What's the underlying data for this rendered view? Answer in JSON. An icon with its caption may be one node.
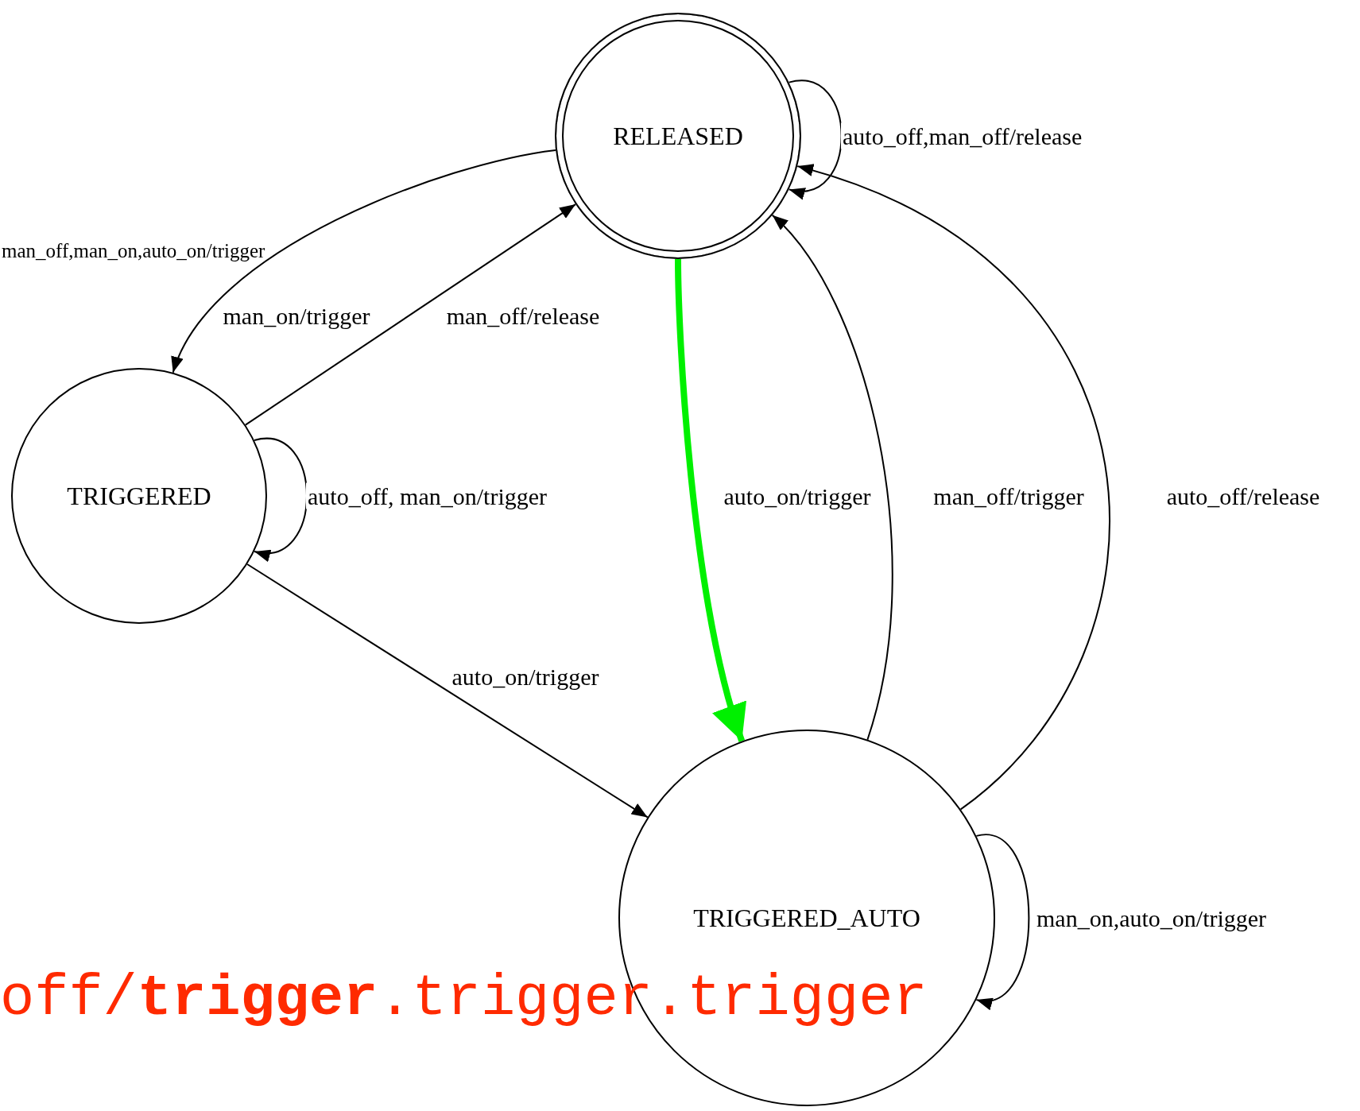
{
  "diagram": {
    "nodes": [
      {
        "text": [
          "RELEASED"
        ]
      },
      {
        "text": [
          "TRIGGERED"
        ]
      },
      {
        "text": [
          "TRIGGERED_AUTO"
        ]
      }
    ],
    "edges": [
      {
        "from": 0,
        "to": 1,
        "arrow": "to",
        "label": "man_on/trigger"
      },
      {
        "from": 1,
        "to": 0,
        "arrow": "to",
        "label": "man_off/release"
      },
      {
        "from": 0,
        "to": 0,
        "arrow": "to",
        "label": "auto_off,man_off/release"
      },
      {
        "from": 0,
        "to": 2,
        "arrow": "to",
        "label": "auto_on/trigger",
        "style": "thick",
        "color": "#00f000"
      },
      {
        "from": 1,
        "to": 1,
        "arrow": "to",
        "label": "auto_off, man_on/trigger"
      },
      {
        "from": 1,
        "to": 2,
        "arrow": "to",
        "label": "auto_on/trigger"
      },
      {
        "from": 2,
        "to": 0,
        "arrow": "to",
        "label": "man_off/trigger"
      },
      {
        "from": 2,
        "to": 0,
        "arrow": "to",
        "label": "auto_off/release"
      },
      {
        "from": 2,
        "to": 2,
        "arrow": "to",
        "label": "man_on,auto_on/trigger"
      }
    ],
    "labels": [
      "man_off,man_on,auto_on/trigger",
      "off/**trigger**.trigger.trigger"
    ]
  }
}
